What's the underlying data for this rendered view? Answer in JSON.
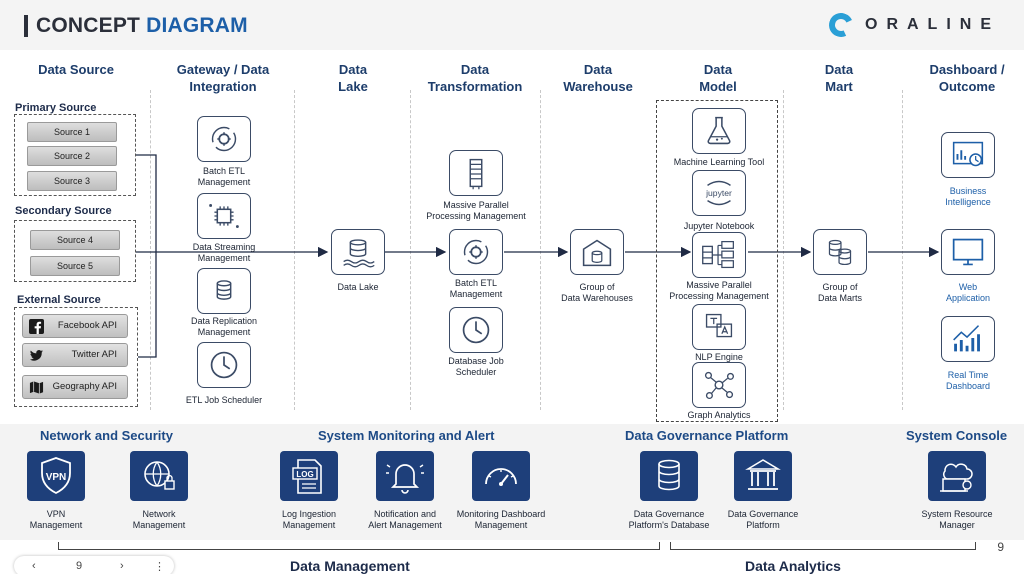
{
  "header": {
    "title_part1": "CONCEPT",
    "title_part2": "DIAGRAM",
    "logo_text": "ORALINE"
  },
  "columns": [
    {
      "id": "data-source",
      "label": "Data Source"
    },
    {
      "id": "gateway",
      "label": "Gateway / Data\nIntegration"
    },
    {
      "id": "data-lake",
      "label": "Data\nLake"
    },
    {
      "id": "transformation",
      "label": "Data\nTransformation"
    },
    {
      "id": "warehouse",
      "label": "Data\nWarehouse"
    },
    {
      "id": "model",
      "label": "Data\nModel"
    },
    {
      "id": "mart",
      "label": "Data\nMart"
    },
    {
      "id": "dashboard",
      "label": "Dashboard /\nOutcome"
    }
  ],
  "sources": {
    "primary_label": "Primary Source",
    "primary": [
      "Source 1",
      "Source 2",
      "Source 3"
    ],
    "secondary_label": "Secondary Source",
    "secondary": [
      "Source 4",
      "Source 5"
    ],
    "external_label": "External Source",
    "external": [
      "Facebook API",
      "Twitter API",
      "Geography API"
    ]
  },
  "gateway": [
    "Batch ETL\nManagement",
    "Data Streaming\nManagement",
    "Data Replication\nManagement",
    "ETL Job Scheduler"
  ],
  "lake": "Data Lake",
  "transformation": [
    "Massive Parallel\nProcessing Management",
    "Batch ETL\nManagement",
    "Database Job\nScheduler"
  ],
  "warehouse": "Group of\nData Warehouses",
  "model": [
    "Machine Learning Tool",
    "Jupyter Notebook",
    "Massive Parallel\nProcessing Management",
    "NLP Engine",
    "Graph Analytics"
  ],
  "model_icon_text": {
    "jupyter": "jupyter"
  },
  "mart": "Group of\nData Marts",
  "outcome": [
    "Business\nIntelligence",
    "Web\nApplication",
    "Real Time\nDashboard"
  ],
  "bottom": {
    "network_title": "Network and Security",
    "monitoring_title": "System Monitoring and Alert",
    "governance_title": "Data Governance Platform",
    "console_title": "System Console",
    "tiles": [
      {
        "id": "vpn",
        "label": "VPN\nManagement",
        "icon_text": "VPN"
      },
      {
        "id": "network",
        "label": "Network\nManagement"
      },
      {
        "id": "log",
        "label": "Log Ingestion\nManagement",
        "icon_text": "LOG"
      },
      {
        "id": "alert",
        "label": "Notification and\nAlert Management"
      },
      {
        "id": "monitor",
        "label": "Monitoring Dashboard\nManagement"
      },
      {
        "id": "gov-db",
        "label": "Data Governance\nPlatform's Database"
      },
      {
        "id": "gov",
        "label": "Data Governance\nPlatform"
      },
      {
        "id": "console",
        "label": "System Resource\nManager"
      }
    ]
  },
  "footer": {
    "left_title": "Data Management",
    "right_title": "Data Analytics",
    "page_number": "9",
    "nav_page": "9"
  },
  "colors": {
    "accent": "#1d5fa8",
    "tile": "#1e3f7a",
    "heading": "#1d3d6b"
  }
}
